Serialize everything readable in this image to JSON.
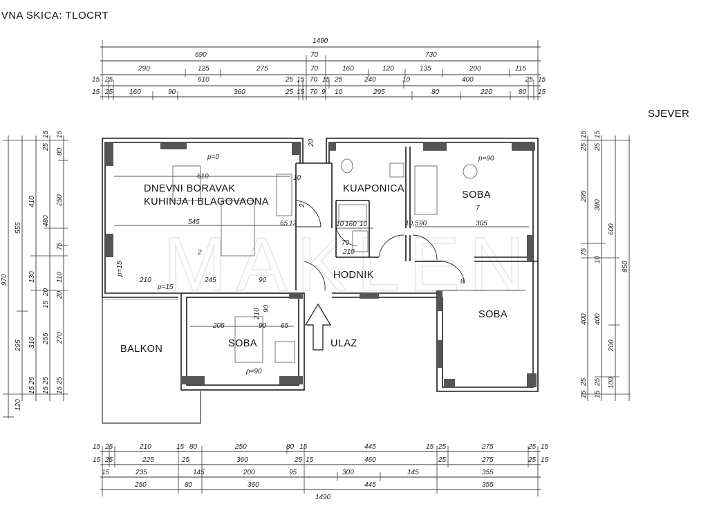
{
  "title": "ATIVNA SKICA: TLOCRT",
  "compass": "SJEVER",
  "watermark": "MAKLEN",
  "rooms": {
    "living_line1": "DNEVNI BORAVAK",
    "living_line2": "KUHINJA I BLAGOVAONA",
    "bathroom": "KUAPONICA",
    "bedroom_north": "SOBA",
    "hallway": "HODNIK",
    "bedroom_east": "SOBA",
    "balcony": "BALKON",
    "bedroom_south": "SOBA",
    "entrance": "ULAZ"
  },
  "dimensions_top": {
    "overall": "1490",
    "row1": [
      "690",
      "70",
      "730"
    ],
    "row2": [
      "290",
      "125",
      "275",
      "70",
      "160",
      "120",
      "135",
      "200",
      "115"
    ],
    "row3": [
      "15",
      "25",
      "610",
      "25",
      "15",
      "70",
      "15",
      "25",
      "240",
      "10",
      "400",
      "25",
      "15"
    ],
    "row4": [
      "15",
      "25",
      "160",
      "90",
      "360",
      "25",
      "15",
      "70",
      "9",
      "10",
      "295",
      "80",
      "220",
      "80",
      "15"
    ]
  },
  "dimensions_bottom": {
    "row1": [
      "15",
      "25",
      "210",
      "15",
      "80",
      "250",
      "80",
      "15",
      "445",
      "15",
      "25",
      "275",
      "25",
      "15"
    ],
    "row2": [
      "15",
      "25",
      "225",
      "25",
      "360",
      "25",
      "15",
      "460",
      "25",
      "275",
      "25",
      "15"
    ],
    "row3": [
      "15",
      "235",
      "145",
      "200",
      "95",
      "300",
      "145",
      "355"
    ],
    "row4": [
      "250",
      "80",
      "360",
      "445",
      "355"
    ],
    "overall": "1490"
  },
  "dimensions_left": {
    "col1": [
      "970",
      "120"
    ],
    "col2": [
      "555",
      "295"
    ],
    "col3": [
      "410",
      "130",
      "310",
      "25",
      "15"
    ],
    "col4": [
      "15",
      "25",
      "480",
      "20",
      "15",
      "255",
      "25",
      "15"
    ],
    "col5": [
      "15",
      "80",
      "250",
      "75",
      "110",
      "20",
      "270",
      "25",
      "15"
    ]
  },
  "dimensions_right": {
    "col1": [
      "15",
      "25",
      "295",
      "75",
      "400",
      "25",
      "15"
    ],
    "col2": [
      "15",
      "25",
      "380",
      "10",
      "400",
      "25",
      "15"
    ],
    "col3": [
      "600",
      "200",
      "100"
    ],
    "col4": [
      "850"
    ]
  },
  "interior_labels": {
    "p0": "p=0",
    "p90_north": "p=90",
    "p15_left": "p=15",
    "p15_bottom": "p=15",
    "p90_south": "p=90",
    "living_610": "610",
    "living_545": "545",
    "living_65": "65",
    "living_12": "12",
    "living_210": "210",
    "living_245": "245",
    "living_90": "90",
    "corr_10": "10",
    "corr_2": "2",
    "bath_10a": "10",
    "bath_160": "160",
    "bath_10b": "10",
    "bath_70": "70",
    "bath_210": "210",
    "bed_105": "10,5",
    "bed_90": "90",
    "bed_305": "305",
    "bed_num": "7",
    "south_205": "205",
    "south_90": "90",
    "south_65": "65",
    "south_210": "210",
    "south_90b": "90",
    "living_num": "2",
    "east_num": "8",
    "top_20": "20",
    "corr_10b": "10"
  }
}
